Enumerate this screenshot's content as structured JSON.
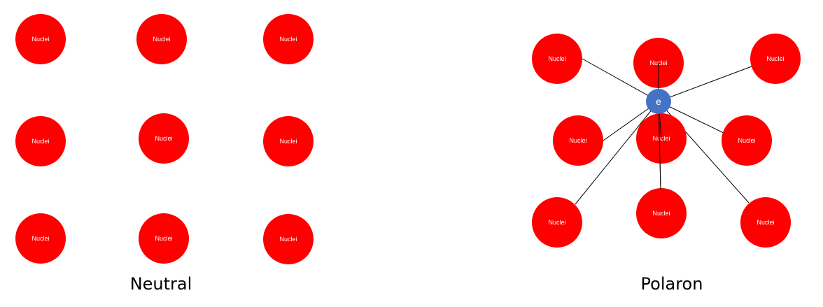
{
  "neutral": {
    "caption": "Neutral",
    "nuclei": [
      "Nuclei",
      "Nuclei",
      "Nuclei",
      "Nuclei",
      "Nuclei",
      "Nuclei",
      "Nuclei",
      "Nuclei",
      "Nuclei"
    ]
  },
  "polaron": {
    "caption": "Polaron",
    "electron_label": "e",
    "nuclei": [
      "Nuclei",
      "Nuclei",
      "Nuclei",
      "Nuclei",
      "Nuclei",
      "Nuclei",
      "Nuclei",
      "Nuclei",
      "Nuclei"
    ]
  },
  "colors": {
    "nucleus": "#ff0000",
    "electron": "#4472c4",
    "bond": "#000000"
  }
}
